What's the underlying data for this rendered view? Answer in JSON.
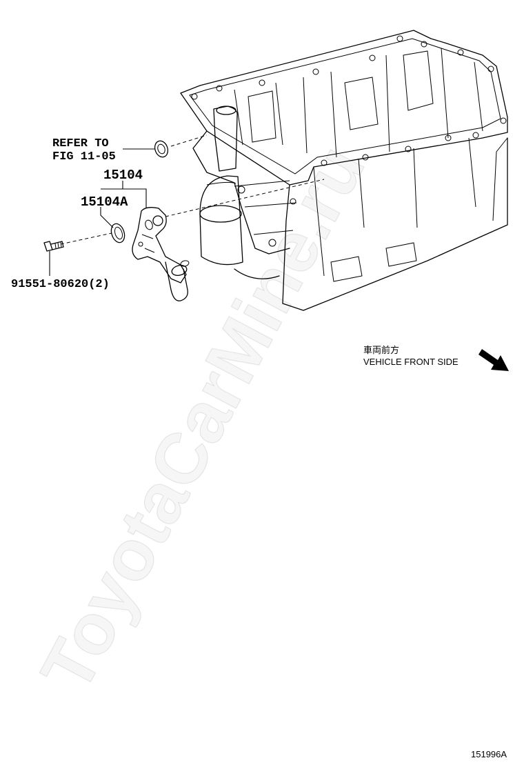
{
  "diagram": {
    "labels": {
      "refer_to_line1": "REFER TO",
      "refer_to_line2": "FIG 11-05",
      "part_15104": "15104",
      "part_15104a": "15104A",
      "part_bolt": "91551-80620(2)",
      "front_side_jp": "車両前方",
      "front_side_en": "VEHICLE FRONT SIDE",
      "figure_code": "151996A"
    },
    "watermark": "ToyotaCarMine.ru",
    "colors": {
      "line": "#000000",
      "background": "#ffffff"
    },
    "icons": {
      "direction_arrow": "arrow-down-right-icon"
    }
  }
}
